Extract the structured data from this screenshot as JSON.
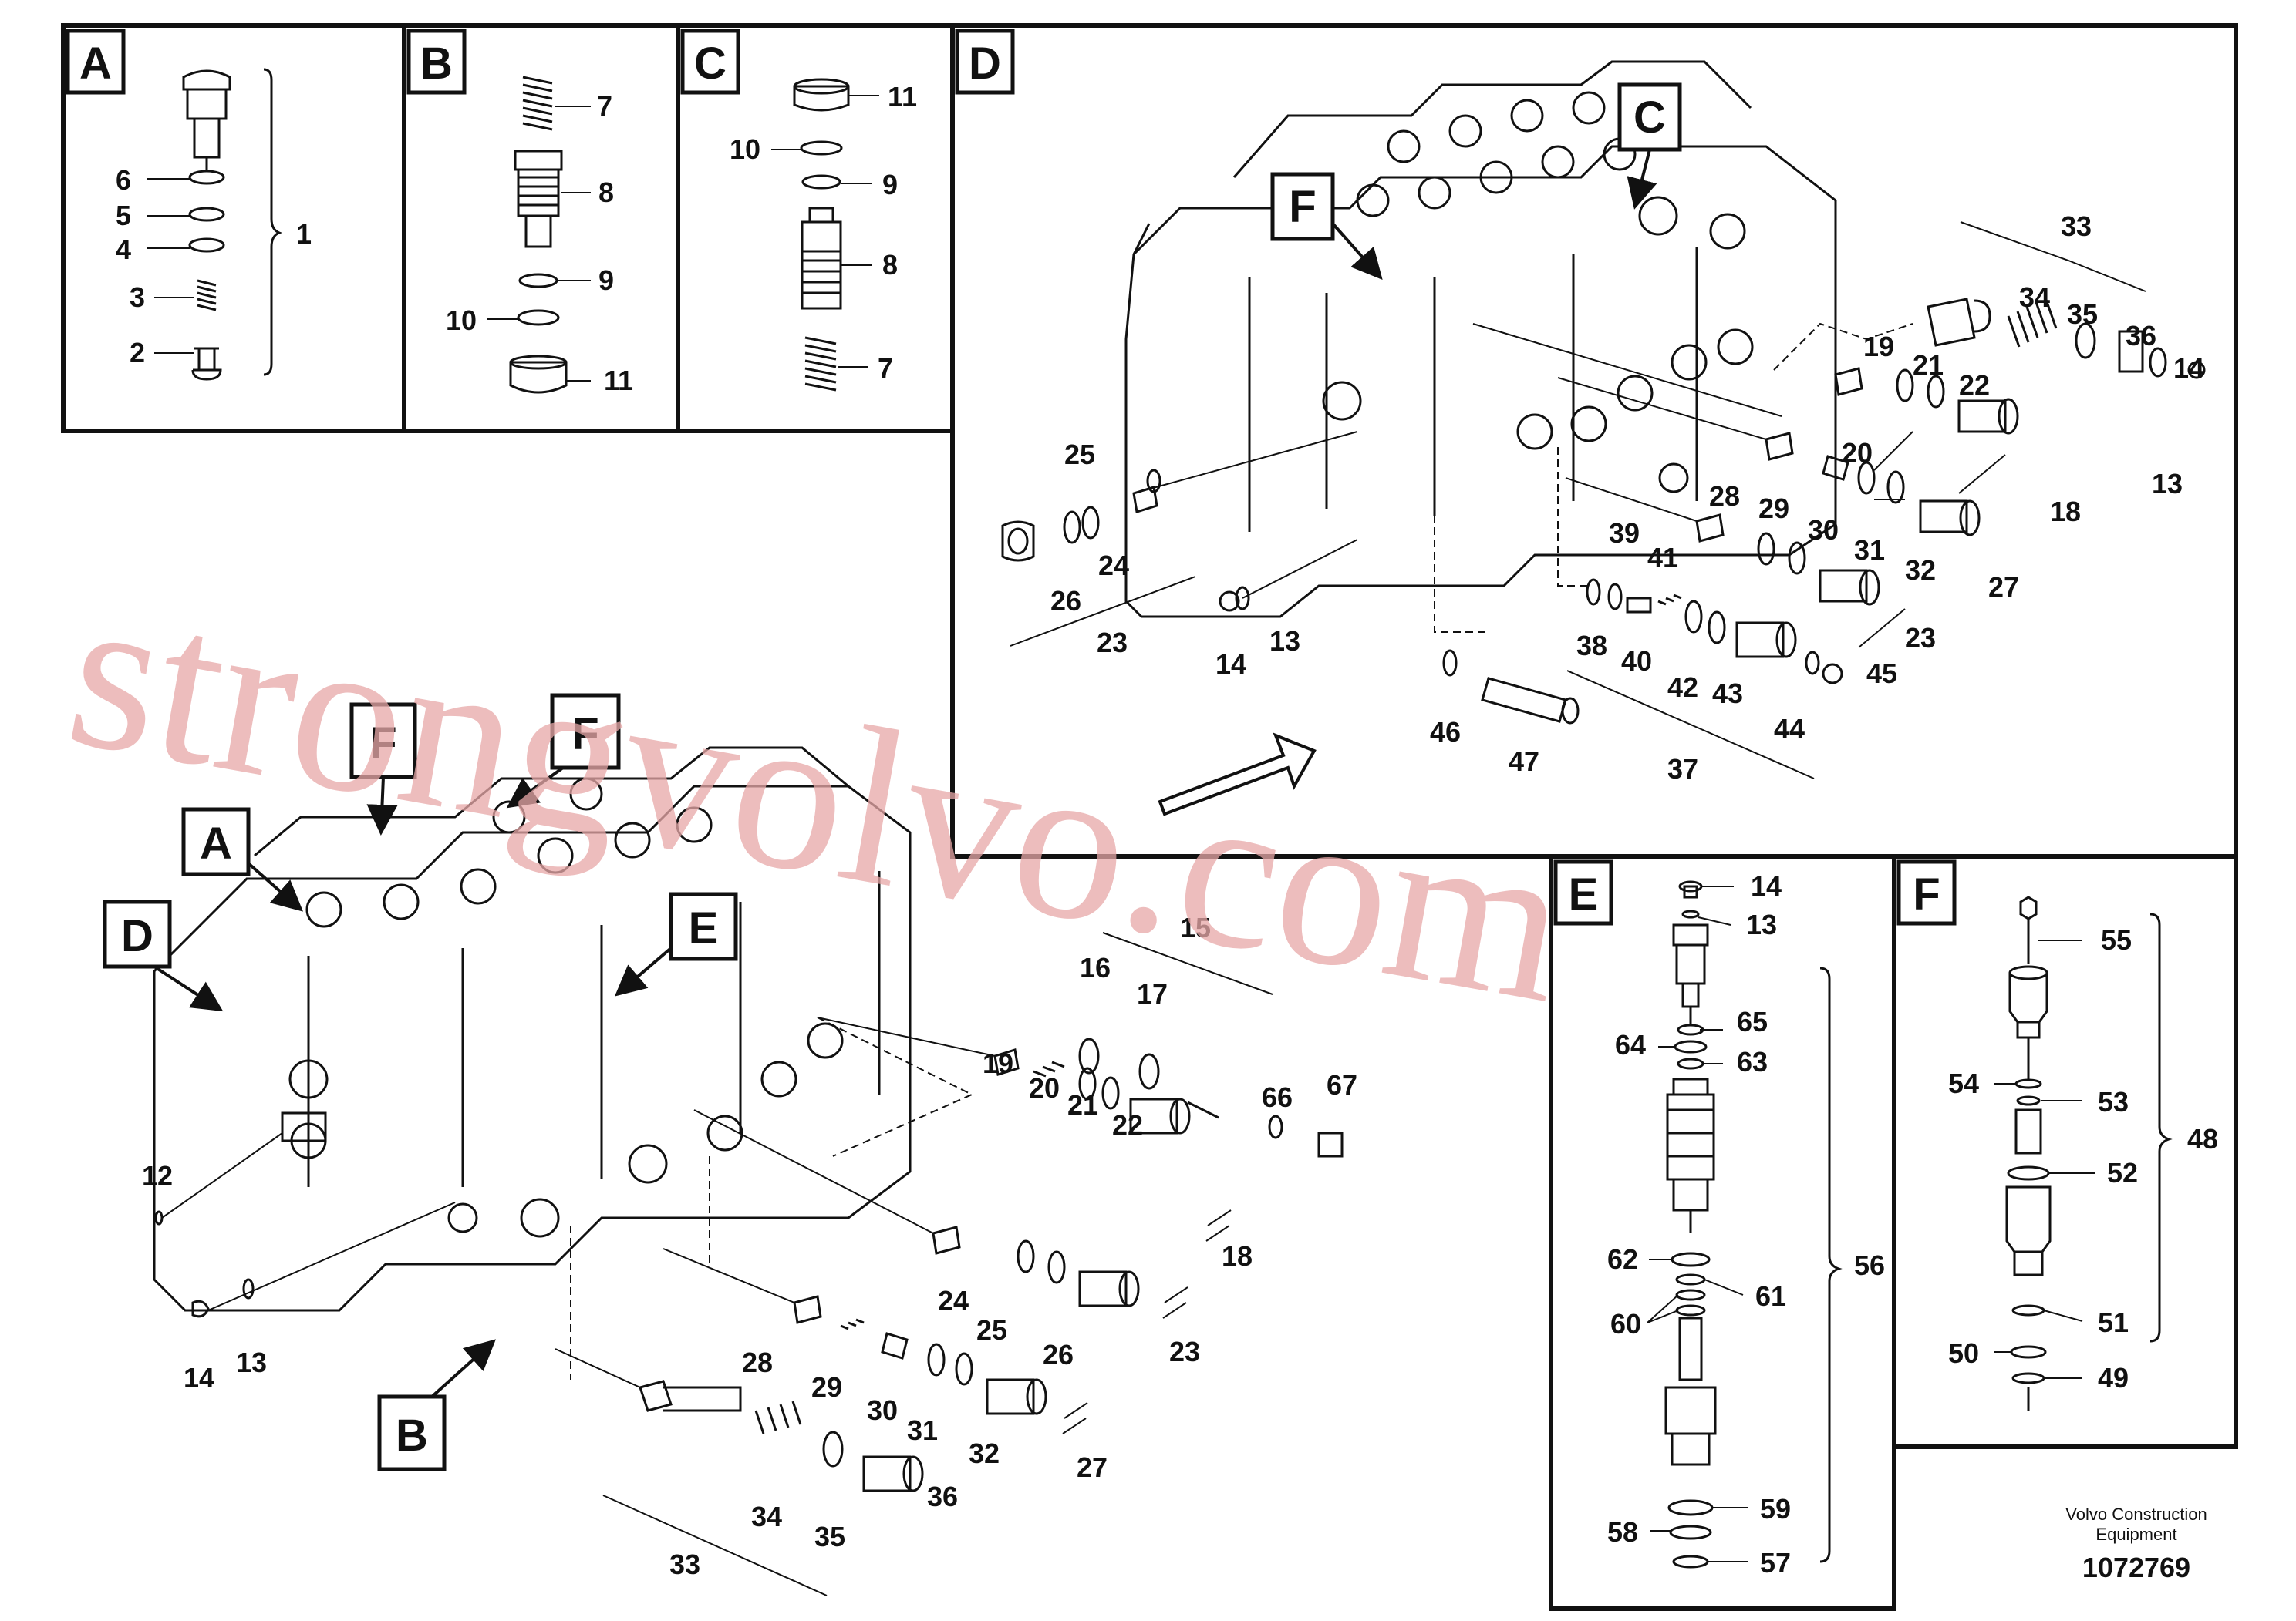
{
  "panels": {
    "A": {
      "tag": "A",
      "parts": [
        "6",
        "5",
        "4",
        "3",
        "2",
        "1"
      ]
    },
    "B": {
      "tag": "B",
      "parts": [
        "7",
        "8",
        "9",
        "10",
        "11"
      ]
    },
    "C": {
      "tag": "C",
      "parts": [
        "11",
        "10",
        "9",
        "8",
        "7"
      ]
    },
    "D": {
      "tag": "D",
      "callout": "C",
      "callout_f": "F",
      "parts": [
        "33",
        "34",
        "35",
        "36",
        "14",
        "19",
        "21",
        "22",
        "20",
        "13",
        "18",
        "25",
        "28",
        "29",
        "30",
        "31",
        "32",
        "24",
        "27",
        "26",
        "39",
        "41",
        "23",
        "38",
        "40",
        "42",
        "43",
        "45",
        "14",
        "13",
        "44",
        "46",
        "47",
        "37",
        "23"
      ]
    },
    "E": {
      "tag": "E",
      "parts": [
        "14",
        "13",
        "65",
        "64",
        "63",
        "56",
        "62",
        "61",
        "60",
        "59",
        "58",
        "57"
      ]
    },
    "F": {
      "tag": "F",
      "parts": [
        "55",
        "54",
        "53",
        "48",
        "52",
        "51",
        "50",
        "49"
      ]
    }
  },
  "main": {
    "callouts": [
      "F",
      "F",
      "A",
      "D",
      "E",
      "B"
    ],
    "parts": [
      "15",
      "16",
      "17",
      "66",
      "67",
      "19",
      "20",
      "21",
      "22",
      "12",
      "18",
      "14",
      "13",
      "24",
      "25",
      "26",
      "23",
      "28",
      "29",
      "30",
      "31",
      "32",
      "27",
      "34",
      "35",
      "36",
      "33"
    ]
  },
  "watermark": "strongvolvo.com",
  "footer": {
    "line1": "Volvo Construction",
    "line2": "Equipment",
    "code": "1072769"
  },
  "colors": {
    "ink": "#111111",
    "watermark": "#e8a8a8"
  }
}
